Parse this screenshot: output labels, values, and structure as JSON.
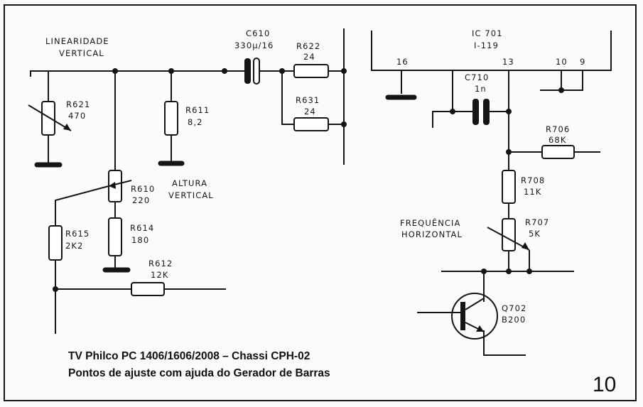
{
  "labels": {
    "linearidade_1": "LINEARIDADE",
    "linearidade_2": "VERTICAL",
    "r621_name": "R621",
    "r621_value": "470",
    "r611_name": "R611",
    "r611_value": "8,2",
    "c610_name": "C610",
    "c610_value": "330µ/16",
    "r622_name": "R622",
    "r622_value": "24",
    "r631_name": "R631",
    "r631_value": "24",
    "r610_name": "R610",
    "r610_value": "220",
    "altura_1": "ALTURA",
    "altura_2": "VERTICAL",
    "r615_name": "R615",
    "r615_value": "2K2",
    "r614_name": "R614",
    "r614_value": "180",
    "r612_name": "R612",
    "r612_value": "12K",
    "ic_name": "IC 701",
    "ic_value": "I-119",
    "pin16": "16",
    "pin13": "13",
    "pin10": "10",
    "pin9": "9",
    "c710_name": "C710",
    "c710_value": "1n",
    "r706_name": "R706",
    "r706_value": "68K",
    "r708_name": "R708",
    "r708_value": "11K",
    "freq_1": "FREQUÊNCIA",
    "freq_2": "HORIZONTAL",
    "r707_name": "R707",
    "r707_value": "5K",
    "q702_name": "Q702",
    "q702_value": "B200"
  },
  "caption": {
    "line1": "TV Philco PC 1406/1606/2008 – Chassi CPH-02",
    "line2": "Pontos de ajuste com ajuda do Gerador de Barras"
  },
  "page_number": "10"
}
